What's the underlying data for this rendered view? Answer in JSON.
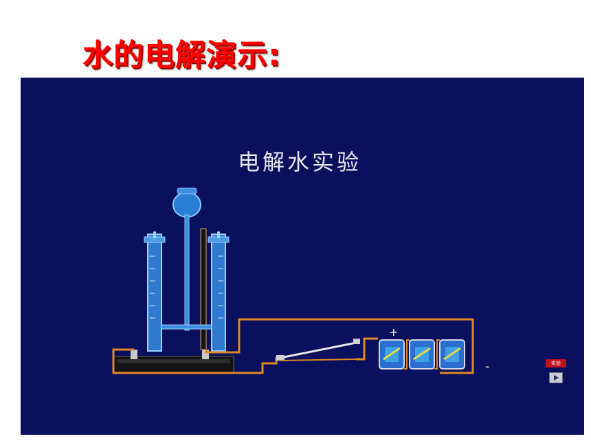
{
  "slide": {
    "title": "水的电解演示:"
  },
  "animation": {
    "heading": "电解水实验",
    "plus_sign": "+",
    "minus_sign": "-",
    "control_label": "实验"
  },
  "colors": {
    "title": "#ff0000",
    "panel_background": "#0a0f5e",
    "wire": "#e08a22"
  }
}
